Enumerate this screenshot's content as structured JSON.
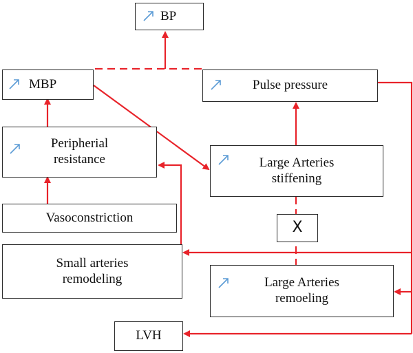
{
  "nodes": {
    "bp": {
      "label": "BP",
      "indicator": "increase-arrow-icon"
    },
    "mbp": {
      "label": "MBP",
      "indicator": "increase-arrow-icon"
    },
    "pulse_pressure": {
      "label": "Pulse pressure",
      "indicator": "increase-arrow-icon"
    },
    "peripheral_resistance": {
      "label": "Peripherial\nresistance",
      "indicator": "increase-arrow-icon"
    },
    "large_arteries_stiffening": {
      "label": "Large Arteries\nstiffening",
      "indicator": "increase-arrow-icon"
    },
    "vasoconstriction": {
      "label": "Vasoconstriction"
    },
    "small_arteries_remodeling": {
      "label": "Small arteries\nremodeling"
    },
    "large_arteries_remodeling": {
      "label": "Large Arteries\nremoeling",
      "indicator": "increase-arrow-icon"
    },
    "blocker": {
      "label": "X"
    },
    "lvh": {
      "label": "LVH"
    }
  },
  "colors": {
    "arrow": "#e8232a",
    "indicator": "#5b9bd5",
    "border": "#2b2b2b"
  }
}
